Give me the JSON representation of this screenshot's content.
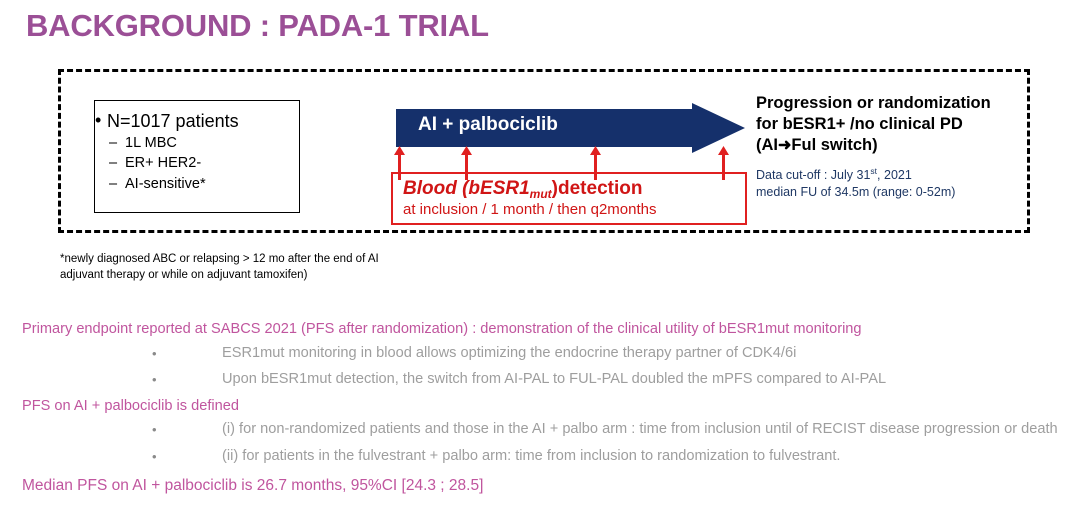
{
  "title": "BACKGROUND : PADA-1 TRIAL",
  "colors": {
    "title_purple": "#9B4F96",
    "body_purple": "#C0559E",
    "navy": "#15306B",
    "red": "#D01515",
    "grey_text": "#9E9E9E",
    "small_navy": "#1F3864"
  },
  "population": {
    "bullet": "N=1017 patients",
    "sub_items": [
      "1L MBC",
      "ER+ HER2-",
      "AI-sensitive*"
    ]
  },
  "treatment_arrow": {
    "label": "AI + palbociclib",
    "tick_count": 4
  },
  "detection": {
    "line1_prefix": "Blood (bESR1",
    "line1_subscript": "mut",
    "line1_suffix": ")detection",
    "line2": "at inclusion / 1 month / then q2months"
  },
  "outcome": {
    "head_line1": "Progression or randomization",
    "head_line2": "for bESR1+ /no clinical PD",
    "head_line3_pre": "(AI",
    "head_line3_arrow": "➜",
    "head_line3_post": "Ful switch)",
    "small_line1_pre": "Data cut-off : July 31",
    "small_line1_sup": "st",
    "small_line1_post": ", 2021",
    "small_line2": "median FU of 34.5m (range: 0-52m)"
  },
  "footnote": {
    "line1": "*newly diagnosed ABC or relapsing > 12 mo after the end of AI",
    "line2": "adjuvant therapy or while on adjuvant tamoxifen)"
  },
  "bottom": {
    "lead1": "Primary endpoint reported at SABCS 2021 (PFS after randomization) : demonstration of the clinical utility of bESR1mut monitoring",
    "bullets1": [
      "ESR1mut monitoring in blood allows optimizing the endocrine therapy partner of CDK4/6i",
      "Upon bESR1mut detection,  the switch from AI-PAL to FUL-PAL doubled the mPFS compared to AI-PAL"
    ],
    "lead2": "PFS on AI + palbociclib is defined",
    "bullets2": [
      "(i) for non-randomized patients and those in the AI + palbo arm : time from inclusion until of RECIST disease progression or death",
      "(ii) for patients in the fulvestrant + palbo arm: time from inclusion to randomization to fulvestrant."
    ],
    "final": "Median PFS on AI + palbociclib is 26.7 months, 95%CI [24.3 ; 28.5]"
  }
}
